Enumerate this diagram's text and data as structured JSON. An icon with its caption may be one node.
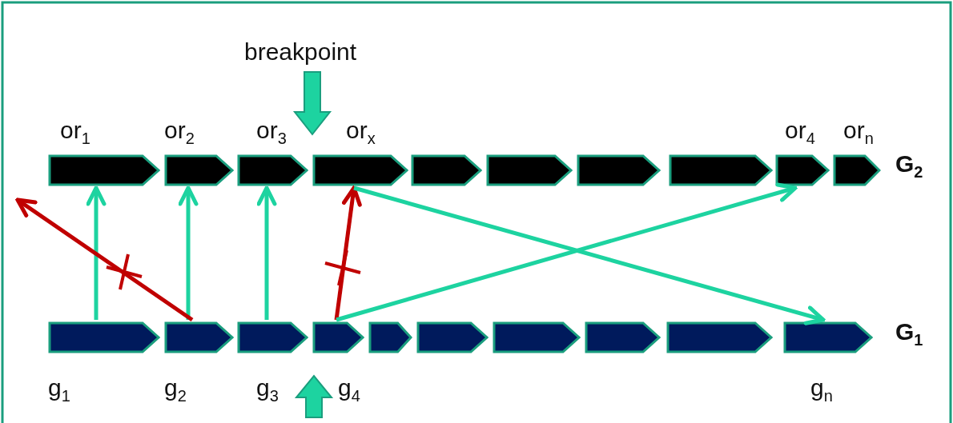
{
  "diagram": {
    "nodes": [
      {
        "text": [],
        "shape": "arrow",
        "beside": [
          "or$_{1}$"
        ]
      },
      {
        "text": [],
        "shape": "arrow",
        "beside": [
          "or$_{2}$"
        ]
      },
      {
        "text": [],
        "shape": "arrow",
        "beside": [
          "or$_{3}$"
        ]
      },
      {
        "text": [],
        "shape": "arrow",
        "beside": [
          "or$_{x}$"
        ]
      },
      {
        "text": [],
        "shape": "arrow"
      },
      {
        "text": [],
        "shape": "arrow"
      },
      {
        "text": [],
        "shape": "arrow"
      },
      {
        "text": [],
        "shape": "arrow"
      },
      {
        "text": [],
        "shape": "arrow",
        "beside": [
          "or$_{4}$"
        ]
      },
      {
        "text": [],
        "shape": "arrow",
        "beside": [
          "or$_{n}$"
        ]
      },
      {
        "text": [],
        "shape": "arrow",
        "beside": [
          "g$_{1}$"
        ]
      },
      {
        "text": [],
        "shape": "arrow",
        "beside": [
          "g$_{2}$"
        ]
      },
      {
        "text": [],
        "shape": "arrow",
        "beside": [
          "g$_{3}$"
        ]
      },
      {
        "text": [],
        "shape": "arrow",
        "beside": [
          "g$_{4}$"
        ]
      },
      {
        "text": [],
        "shape": "arrow"
      },
      {
        "text": [],
        "shape": "arrow"
      },
      {
        "text": [],
        "shape": "arrow"
      },
      {
        "text": [],
        "shape": "arrow"
      },
      {
        "text": [],
        "shape": "arrow"
      },
      {
        "text": [],
        "shape": "arrow",
        "beside": [
          "g$_{n}$"
        ]
      }
    ],
    "edges": [
      {
        "from": 10,
        "to": 0,
        "arrow": "to"
      },
      {
        "from": 11,
        "to": 1,
        "arrow": "to"
      },
      {
        "from": 12,
        "to": 2,
        "arrow": "to"
      },
      {
        "from": 11,
        "to": null,
        "arrow": "to",
        "color": "#c00000"
      },
      {
        "from": 13,
        "to": 3,
        "arrow": "to",
        "color": "#c00000"
      },
      {
        "from": 3,
        "to": 19,
        "arrow": "to"
      },
      {
        "from": 13,
        "to": 8,
        "arrow": "to"
      }
    ],
    "labels": [
      "breakpoint",
      "G$_{2}$",
      "G$_{1}$"
    ]
  }
}
